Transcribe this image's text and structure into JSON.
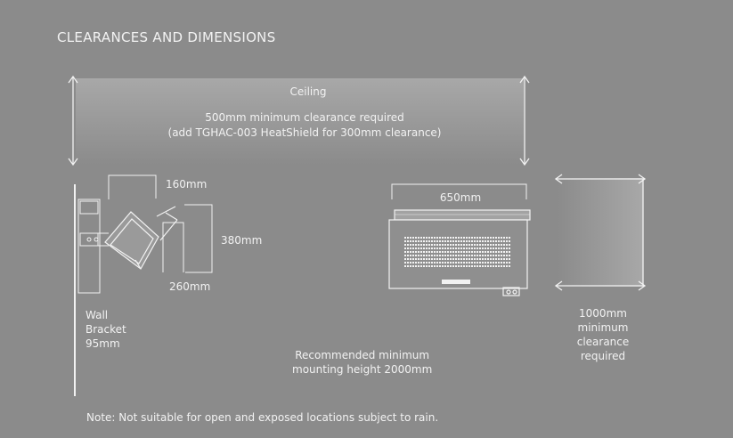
{
  "title": "CLEARANCES AND DIMENSIONS",
  "ceiling": {
    "label": "Ceiling",
    "line1": "500mm minimum clearance required",
    "line2": "(add TGHAC-003 HeatShield for 300mm clearance)"
  },
  "dims": {
    "d160": "160mm",
    "d380": "380mm",
    "d260": "260mm",
    "d650": "650mm"
  },
  "wall_bracket": {
    "line1": "Wall",
    "line2": "Bracket",
    "line3": "95mm"
  },
  "side_clearance": {
    "line1": "1000mm",
    "line2": "minimum",
    "line3": "clearance",
    "line4": "required"
  },
  "mounting": {
    "line1": "Recommended minimum",
    "line2": "mounting height 2000mm"
  },
  "note": "Note: Not suitable for open and exposed locations subject to rain.",
  "colors": {
    "background": "#8b8b8b",
    "line": "#f2f2f2",
    "clearance_zone_light": "#a6a6a6",
    "clearance_zone_dark": "#8b8b8b"
  }
}
